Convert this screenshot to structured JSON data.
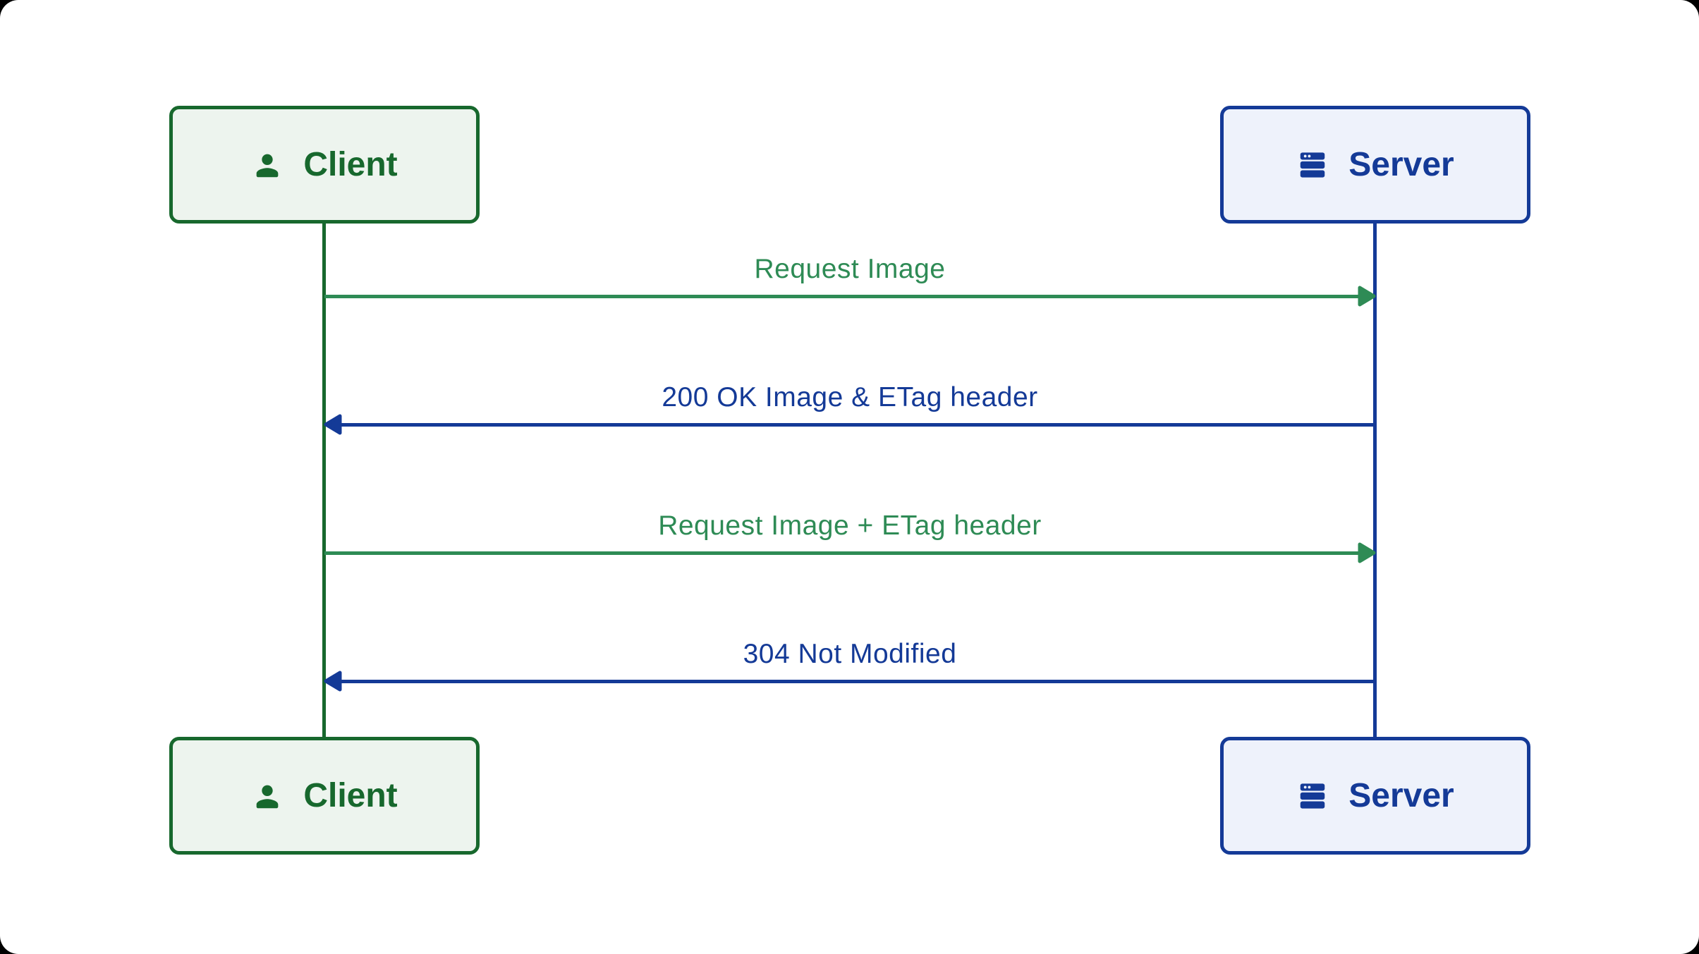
{
  "diagram": {
    "type": "sequence",
    "actors": [
      {
        "id": "client",
        "label": "Client",
        "icon": "person-icon",
        "theme": "green"
      },
      {
        "id": "server",
        "label": "Server",
        "icon": "server-icon",
        "theme": "blue"
      }
    ],
    "messages": [
      {
        "from": "client",
        "to": "server",
        "label": "Request Image",
        "direction": "right",
        "color": "green"
      },
      {
        "from": "server",
        "to": "client",
        "label": "200 OK Image & ETag header",
        "direction": "left",
        "color": "blue"
      },
      {
        "from": "client",
        "to": "server",
        "label": "Request Image + ETag header",
        "direction": "right",
        "color": "green"
      },
      {
        "from": "server",
        "to": "client",
        "label": "304 Not Modified",
        "direction": "left",
        "color": "blue"
      }
    ]
  },
  "colors": {
    "green_dark": "#17682d",
    "green_message": "#2e8b55",
    "green_fill": "#edf4ee",
    "blue_dark": "#143a97",
    "blue_message": "#143a97",
    "blue_fill": "#eef2fb",
    "page_bg": "#ffffff",
    "outer_bg": "#000000"
  }
}
